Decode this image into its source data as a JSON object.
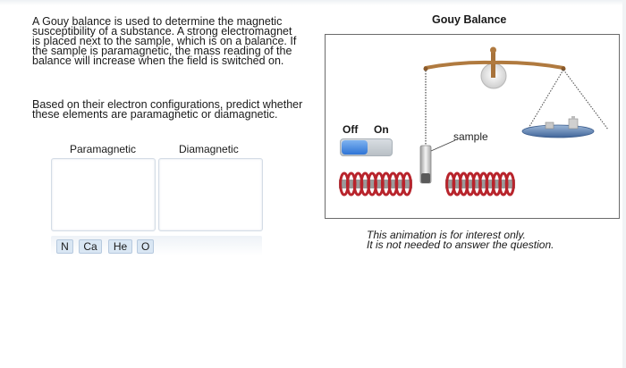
{
  "question": {
    "paragraph_1": "A Gouy balance is used to determine the magnetic\nsusceptibility of a substance. A strong electromagnet\nis placed next to the sample, which is on a balance. If\nthe sample is paramagnetic, the mass reading of the\nbalance will increase when the field is switched on.",
    "paragraph_2": "Based on their electron configurations, predict whether\nthese elements are paramagnetic or diamagnetic."
  },
  "bins": {
    "paramagnetic_label": "Paramagnetic",
    "diamagnetic_label": "Diamagnetic"
  },
  "elements": [
    "N",
    "Ca",
    "He",
    "O"
  ],
  "animation": {
    "title": "Gouy Balance",
    "toggle_off_label": "Off",
    "toggle_on_label": "On",
    "toggle_state": "off",
    "sample_label": "sample",
    "note": "This animation is for interest only.\nIt is not needed to answer the question.",
    "colors": {
      "coil": "#b8242c",
      "toggle_active": "#2f74d6",
      "pan": "#5b82b5",
      "beam": "#b07a3f"
    }
  }
}
